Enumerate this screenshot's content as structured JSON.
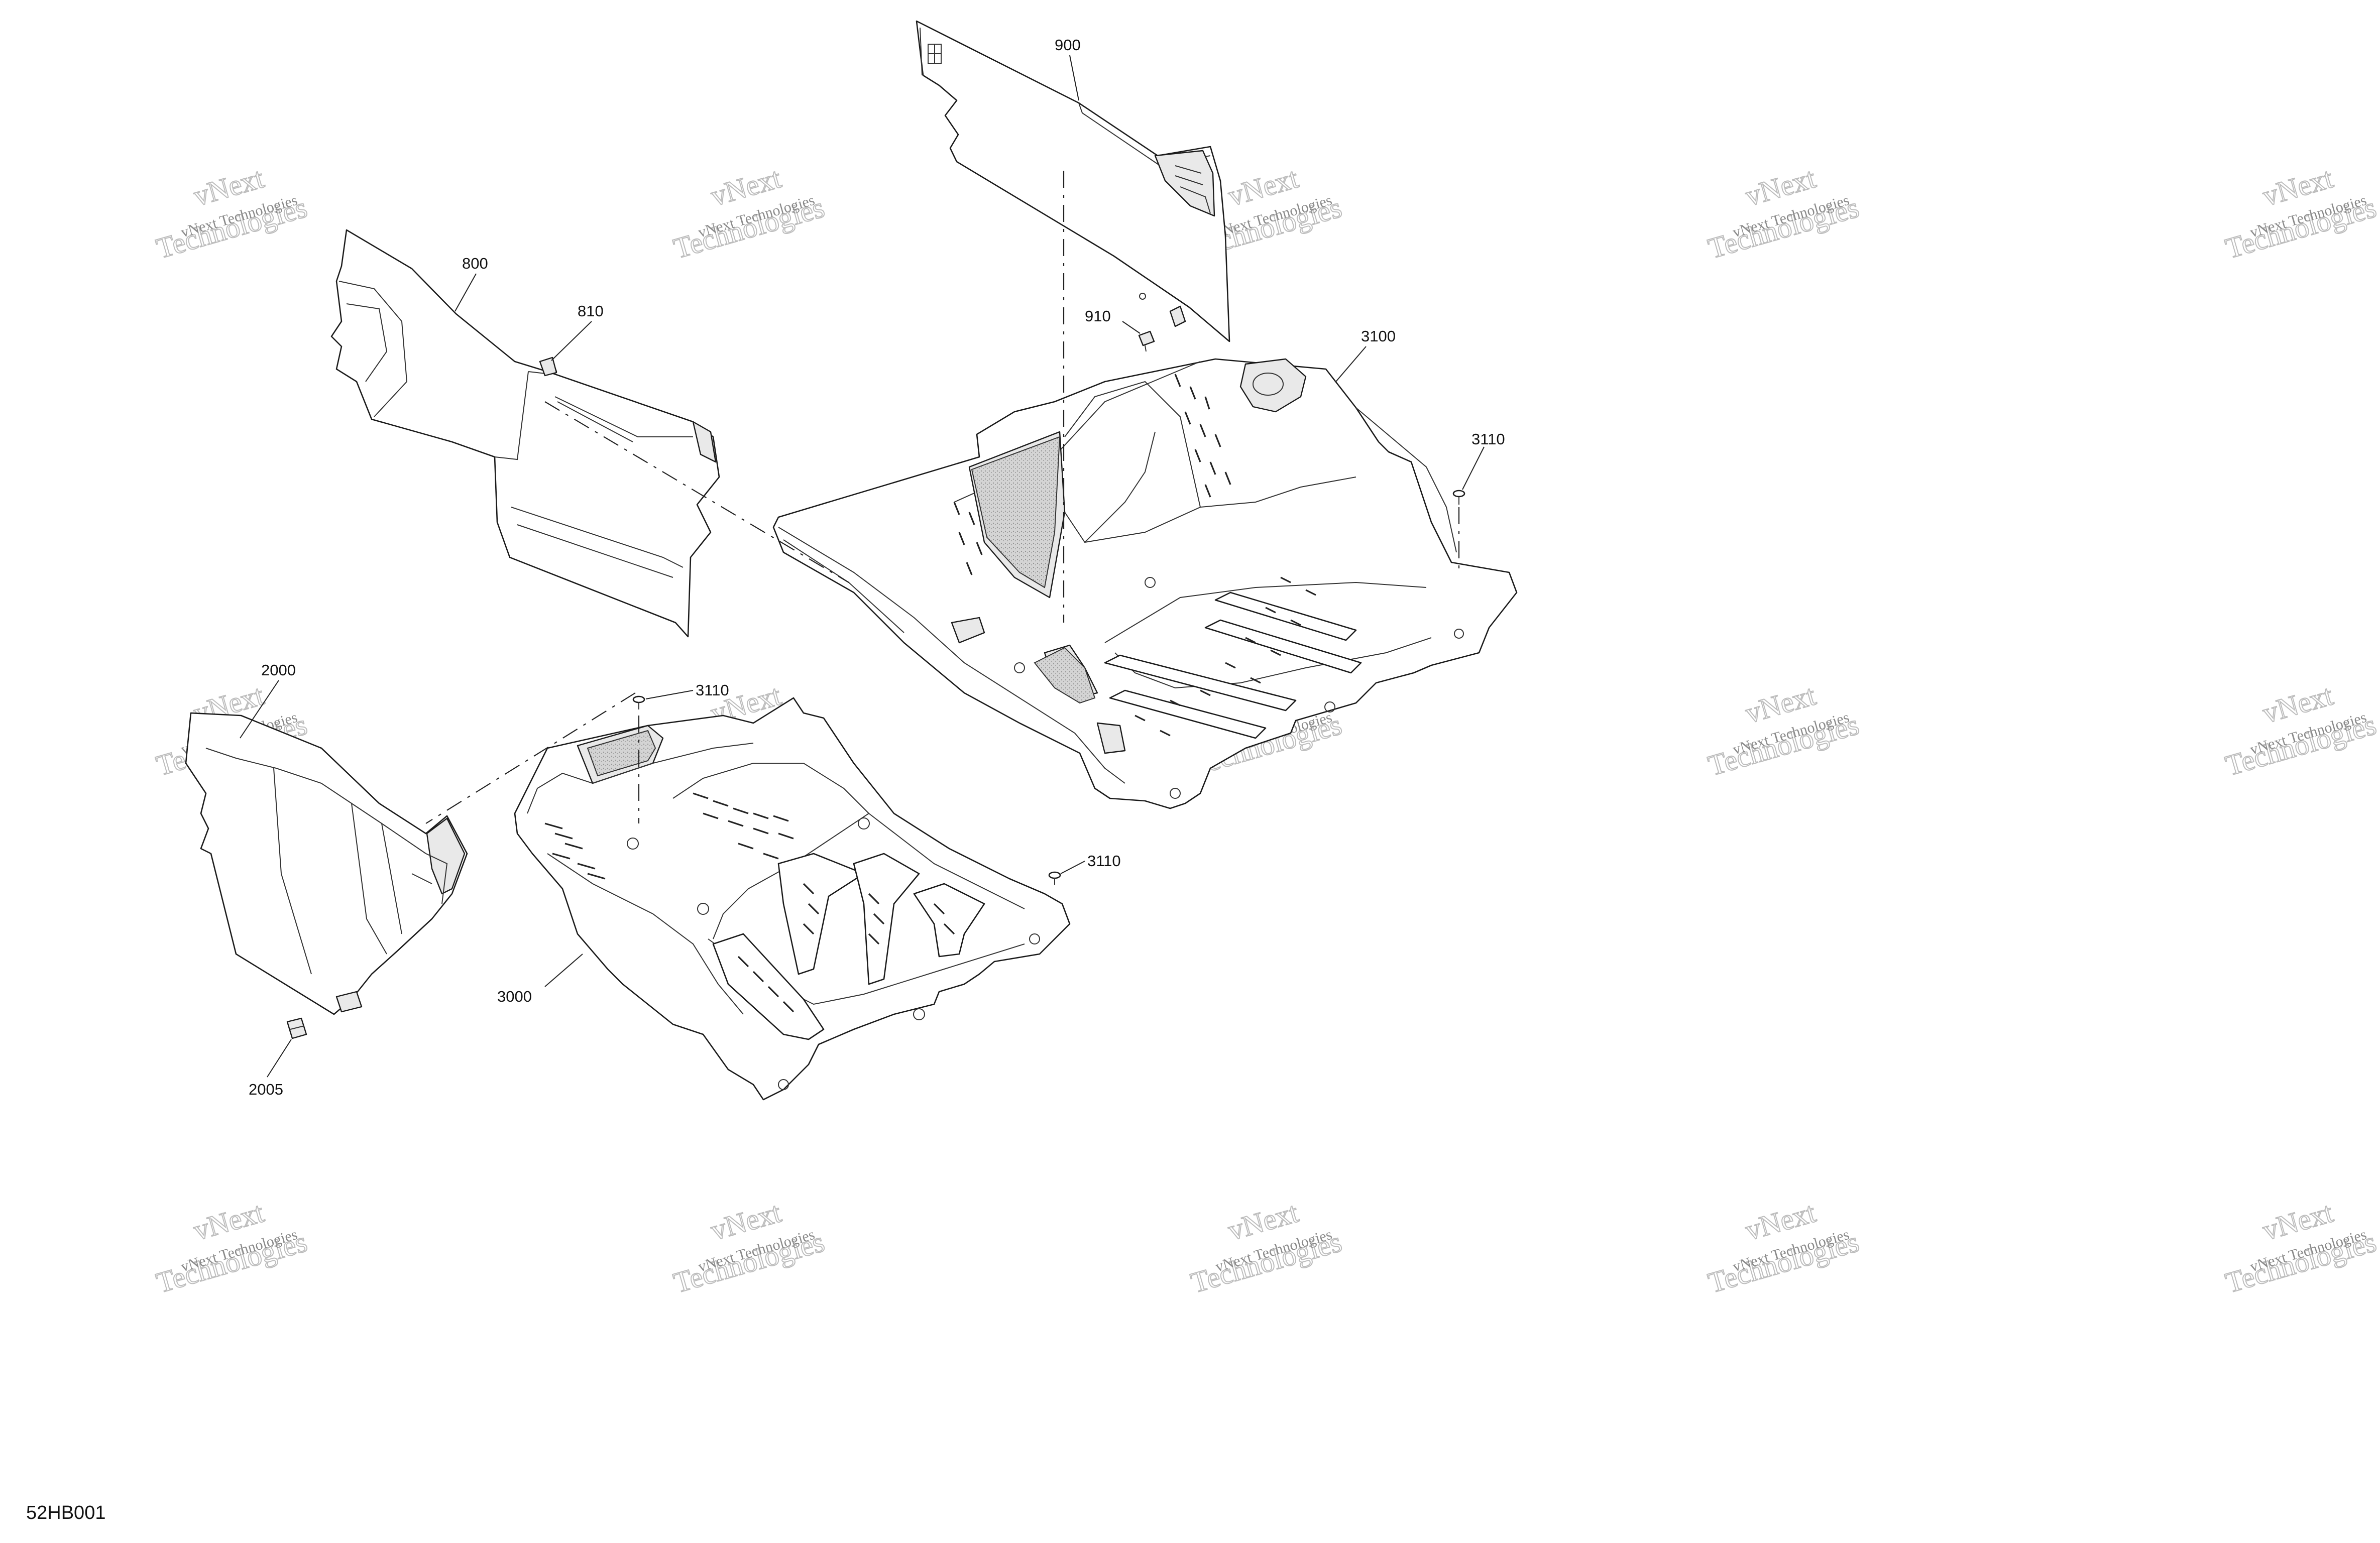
{
  "diagram": {
    "reference_code": "52HB001",
    "callouts": [
      {
        "id": "c900",
        "label": "900"
      },
      {
        "id": "c800",
        "label": "800"
      },
      {
        "id": "c810",
        "label": "810"
      },
      {
        "id": "c910",
        "label": "910"
      },
      {
        "id": "c3100",
        "label": "3100"
      },
      {
        "id": "c3110a",
        "label": "3110"
      },
      {
        "id": "c2000",
        "label": "2000"
      },
      {
        "id": "c3110b",
        "label": "3110"
      },
      {
        "id": "c3110c",
        "label": "3110"
      },
      {
        "id": "c3000",
        "label": "3000"
      },
      {
        "id": "c2005",
        "label": "2005"
      }
    ]
  },
  "watermark": {
    "line_small": "vNext Technologies",
    "line_big_1": "vNext",
    "line_big_2": "Technologies"
  }
}
